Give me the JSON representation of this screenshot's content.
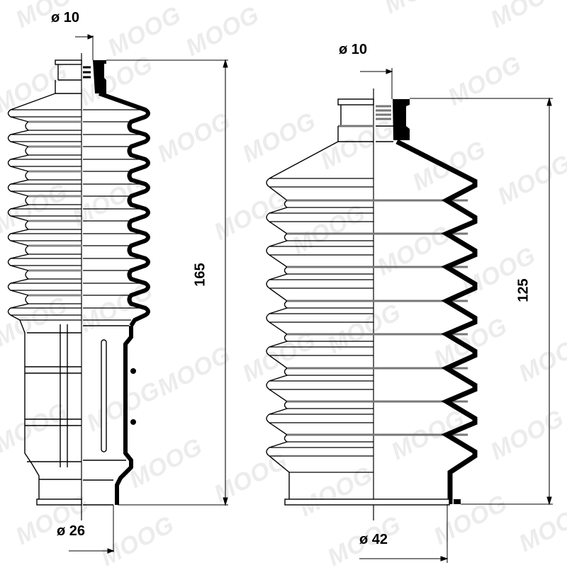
{
  "diagram": {
    "type": "technical-drawing",
    "subject": "Steering rack bellows boots (two parts)",
    "watermark": "MOOG",
    "colors": {
      "line": "#000000",
      "fill": "#000000",
      "background": "#ffffff",
      "watermark": "#ececec"
    }
  },
  "boot_left": {
    "top_diameter_label": "ø 10",
    "bottom_diameter_label": "ø 26",
    "length_label": "165",
    "convolutions": 9
  },
  "boot_right": {
    "top_diameter_label": "ø 10",
    "bottom_diameter_label": "ø 42",
    "length_label": "125",
    "convolutions": 7
  }
}
